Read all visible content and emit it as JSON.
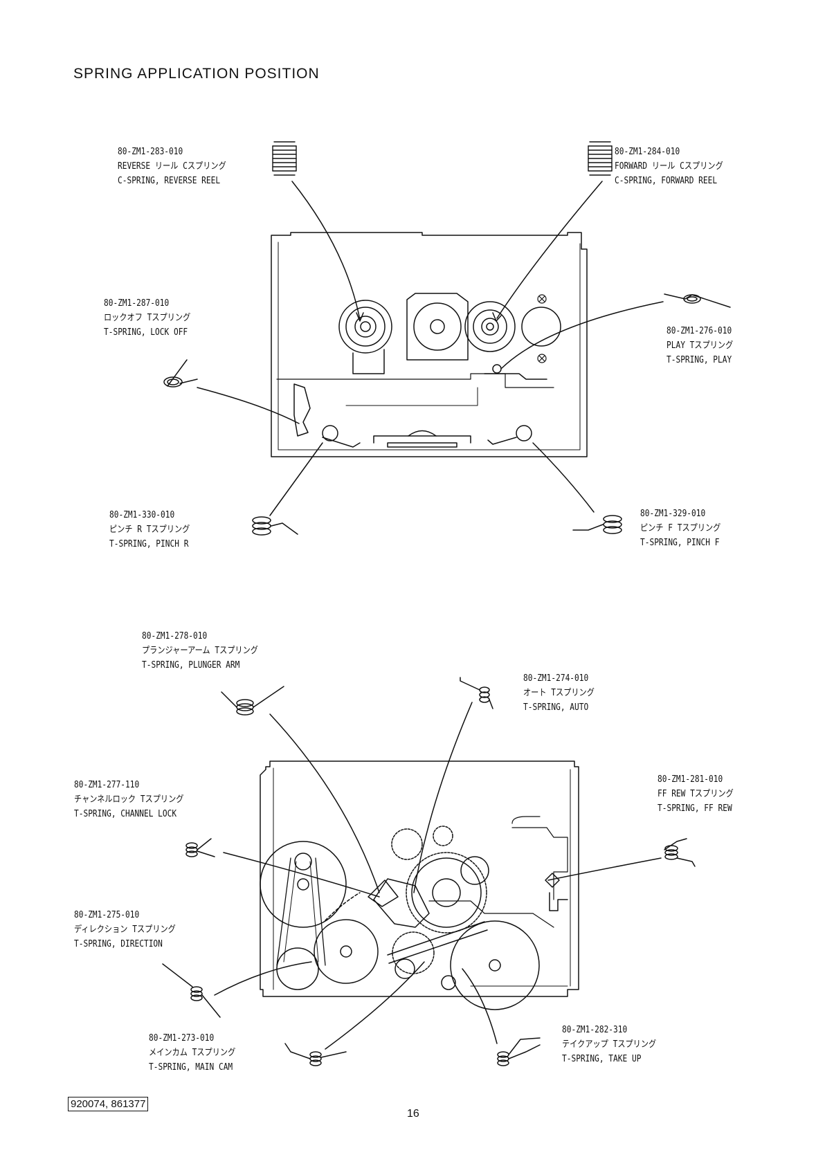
{
  "page": {
    "title": "SPRING APPLICATION POSITION",
    "doc_code": "920074, 861377",
    "page_number": "16"
  },
  "callouts": [
    {
      "part": "80-ZM1-283-010",
      "jp": "REVERSE リール Cスプリング",
      "en": "C-SPRING, REVERSE REEL"
    },
    {
      "part": "80-ZM1-284-010",
      "jp": "FORWARD リール Cスプリング",
      "en": "C-SPRING, FORWARD REEL"
    },
    {
      "part": "80-ZM1-287-010",
      "jp": "ロックオフ Tスプリング",
      "en": "T-SPRING, LOCK OFF"
    },
    {
      "part": "80-ZM1-276-010",
      "jp": "PLAY Tスプリング",
      "en": "T-SPRING, PLAY"
    },
    {
      "part": "80-ZM1-330-010",
      "jp": "ピンチ R Tスプリング",
      "en": "T-SPRING, PINCH R"
    },
    {
      "part": "80-ZM1-329-010",
      "jp": "ピンチ F Tスプリング",
      "en": "T-SPRING, PINCH F"
    },
    {
      "part": "80-ZM1-278-010",
      "jp": "プランジャーアーム Tスプリング",
      "en": "T-SPRING, PLUNGER ARM"
    },
    {
      "part": "80-ZM1-274-010",
      "jp": "オート Tスプリング",
      "en": "T-SPRING, AUTO"
    },
    {
      "part": "80-ZM1-277-110",
      "jp": "チャンネルロック Tスプリング",
      "en": "T-SPRING, CHANNEL LOCK"
    },
    {
      "part": "80-ZM1-281-010",
      "jp": "FF REW Tスプリング",
      "en": "T-SPRING, FF REW"
    },
    {
      "part": "80-ZM1-275-010",
      "jp": "ディレクション Tスプリング",
      "en": "T-SPRING, DIRECTION"
    },
    {
      "part": "80-ZM1-273-010",
      "jp": "メインカム Tスプリング",
      "en": "T-SPRING, MAIN CAM"
    },
    {
      "part": "80-ZM1-282-310",
      "jp": "テイクアップ Tスプリング",
      "en": "T-SPRING, TAKE UP"
    }
  ]
}
